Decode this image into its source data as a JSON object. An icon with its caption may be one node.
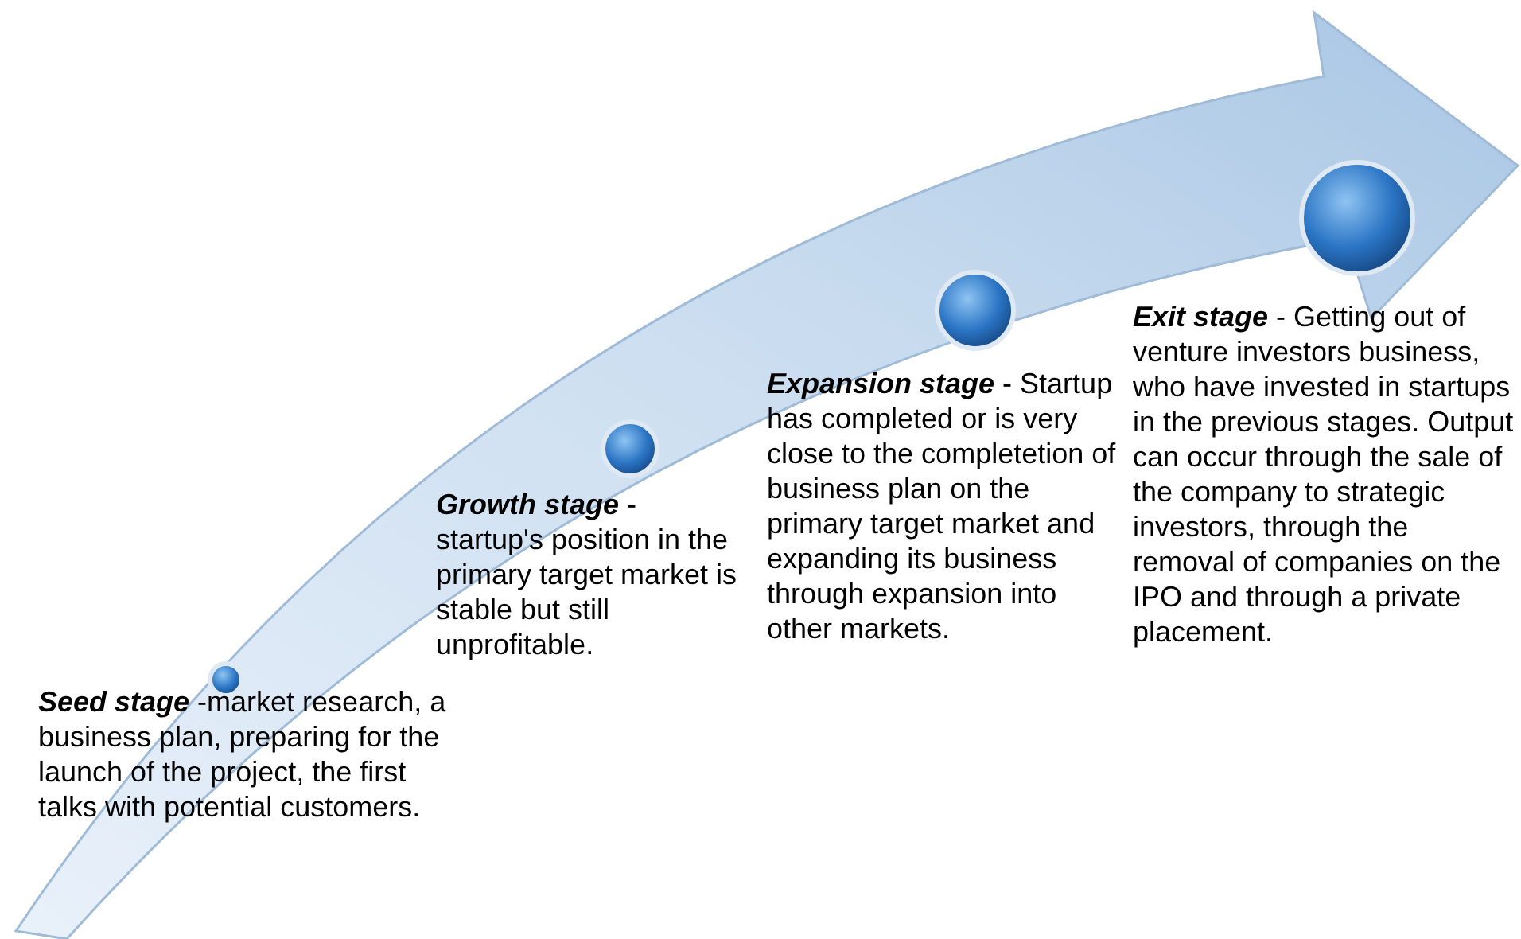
{
  "diagram": {
    "labels": [
      "**Seed stage** -market research, a business plan, preparing for the launch of the project, the first talks with potential customers.",
      "**Growth stage** - startup's position in the primary target market is stable but still unprofitable.",
      "**Expansion stage** - Startup has completed or is very close to the completetion of business plan on the primary target market and expanding its business through expansion into other markets.",
      "**Exit stage** - Getting out of venture investors business, who have invested in startups in the previous stages. Output can occur through the sale of the company to strategic investors, through the removal of companies on the IPO and through a private placement."
    ]
  }
}
